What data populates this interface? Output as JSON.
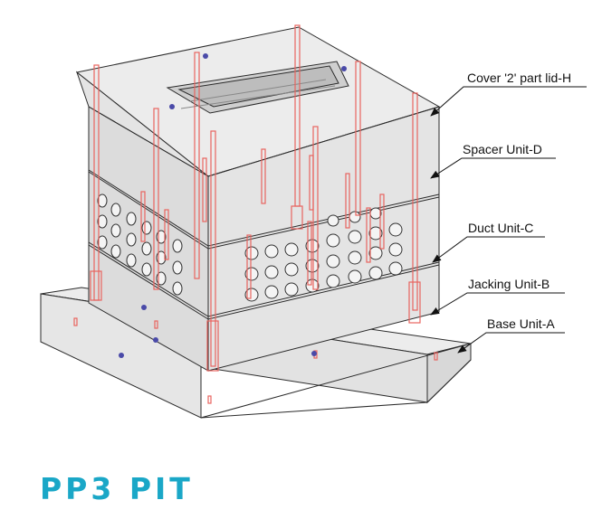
{
  "labels": {
    "cover": "Cover '2' part lid-H",
    "spacer": "Spacer Unit-D",
    "duct": "Duct Unit-C",
    "jacking": "Jacking Unit-B",
    "base": "Base Unit-A"
  },
  "title": "PP3 PIT",
  "colors": {
    "title": "#1aa7c7",
    "rod": "#e8645f",
    "fill": "#e2e2e2",
    "outline": "#2a2a2a",
    "bolt": "#4a4aa8"
  }
}
